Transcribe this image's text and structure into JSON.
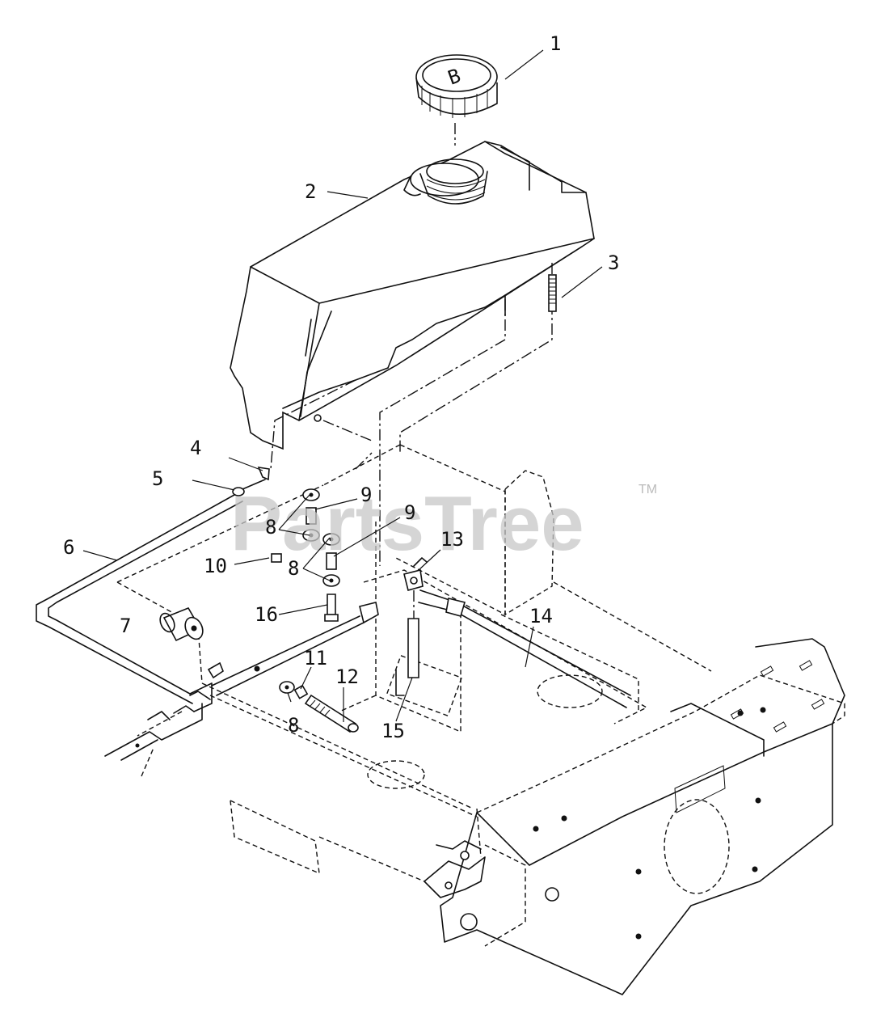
{
  "watermark": {
    "text": "PartsTree",
    "tm": "TM"
  },
  "callouts": [
    "1",
    "2",
    "3",
    "4",
    "5",
    "6",
    "7",
    "8",
    "9",
    "9",
    "8",
    "10",
    "8",
    "11",
    "8",
    "12",
    "13",
    "14",
    "15",
    "16"
  ],
  "cap_mark": "B"
}
